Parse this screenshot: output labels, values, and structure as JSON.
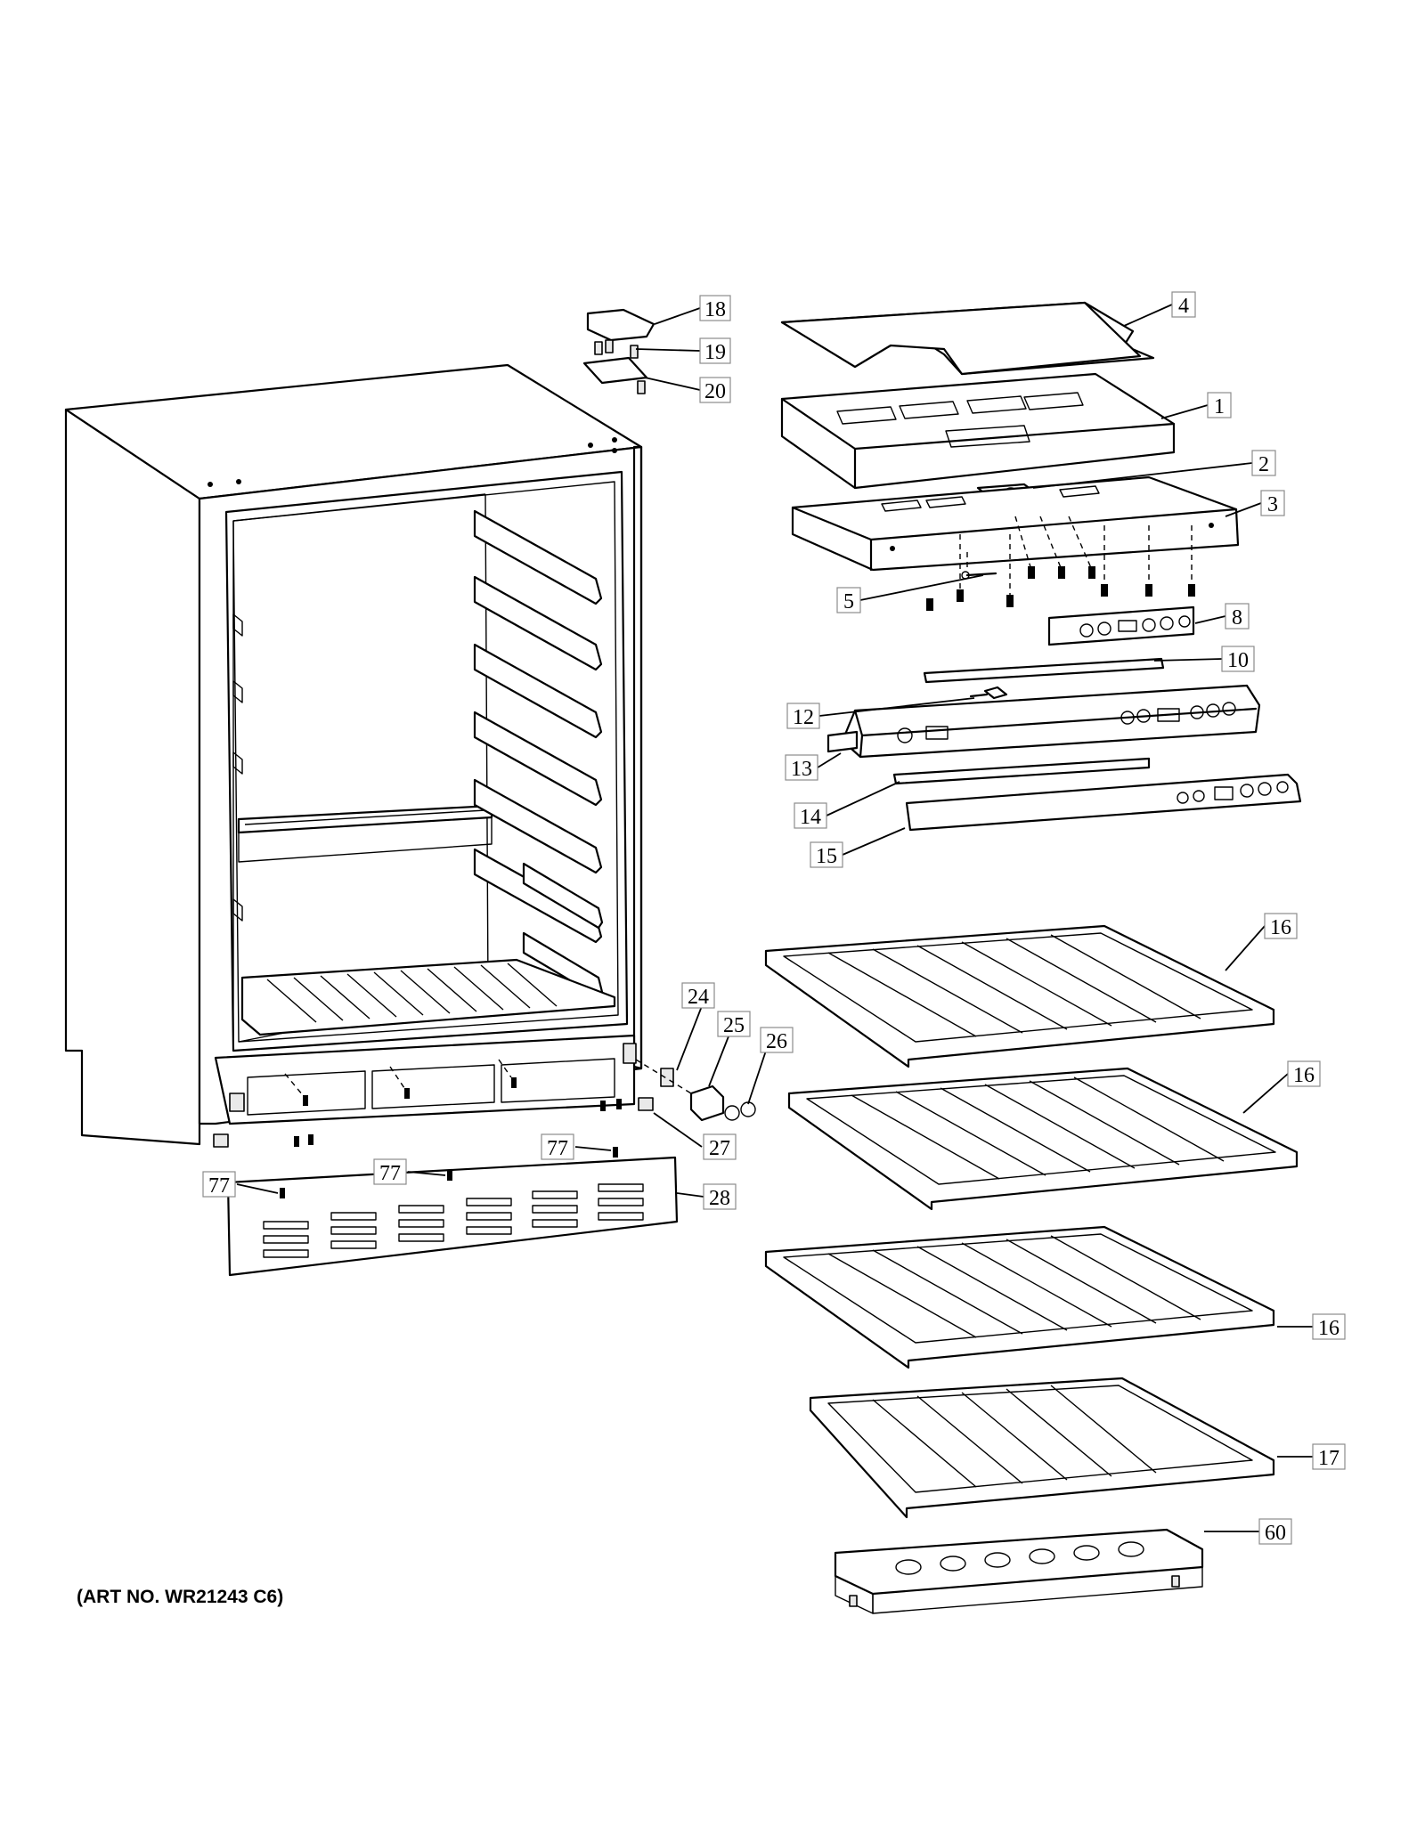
{
  "art_number": "(ART NO. WR21243 C6)",
  "callouts": [
    {
      "label": "18"
    },
    {
      "label": "19"
    },
    {
      "label": "20"
    },
    {
      "label": "4"
    },
    {
      "label": "1"
    },
    {
      "label": "2"
    },
    {
      "label": "3"
    },
    {
      "label": "5"
    },
    {
      "label": "8"
    },
    {
      "label": "10"
    },
    {
      "label": "12"
    },
    {
      "label": "13"
    },
    {
      "label": "14"
    },
    {
      "label": "15"
    },
    {
      "label": "16"
    },
    {
      "label": "16"
    },
    {
      "label": "16"
    },
    {
      "label": "17"
    },
    {
      "label": "60"
    },
    {
      "label": "24"
    },
    {
      "label": "25"
    },
    {
      "label": "26"
    },
    {
      "label": "27"
    },
    {
      "label": "28"
    },
    {
      "label": "77"
    },
    {
      "label": "77"
    },
    {
      "label": "77"
    }
  ]
}
